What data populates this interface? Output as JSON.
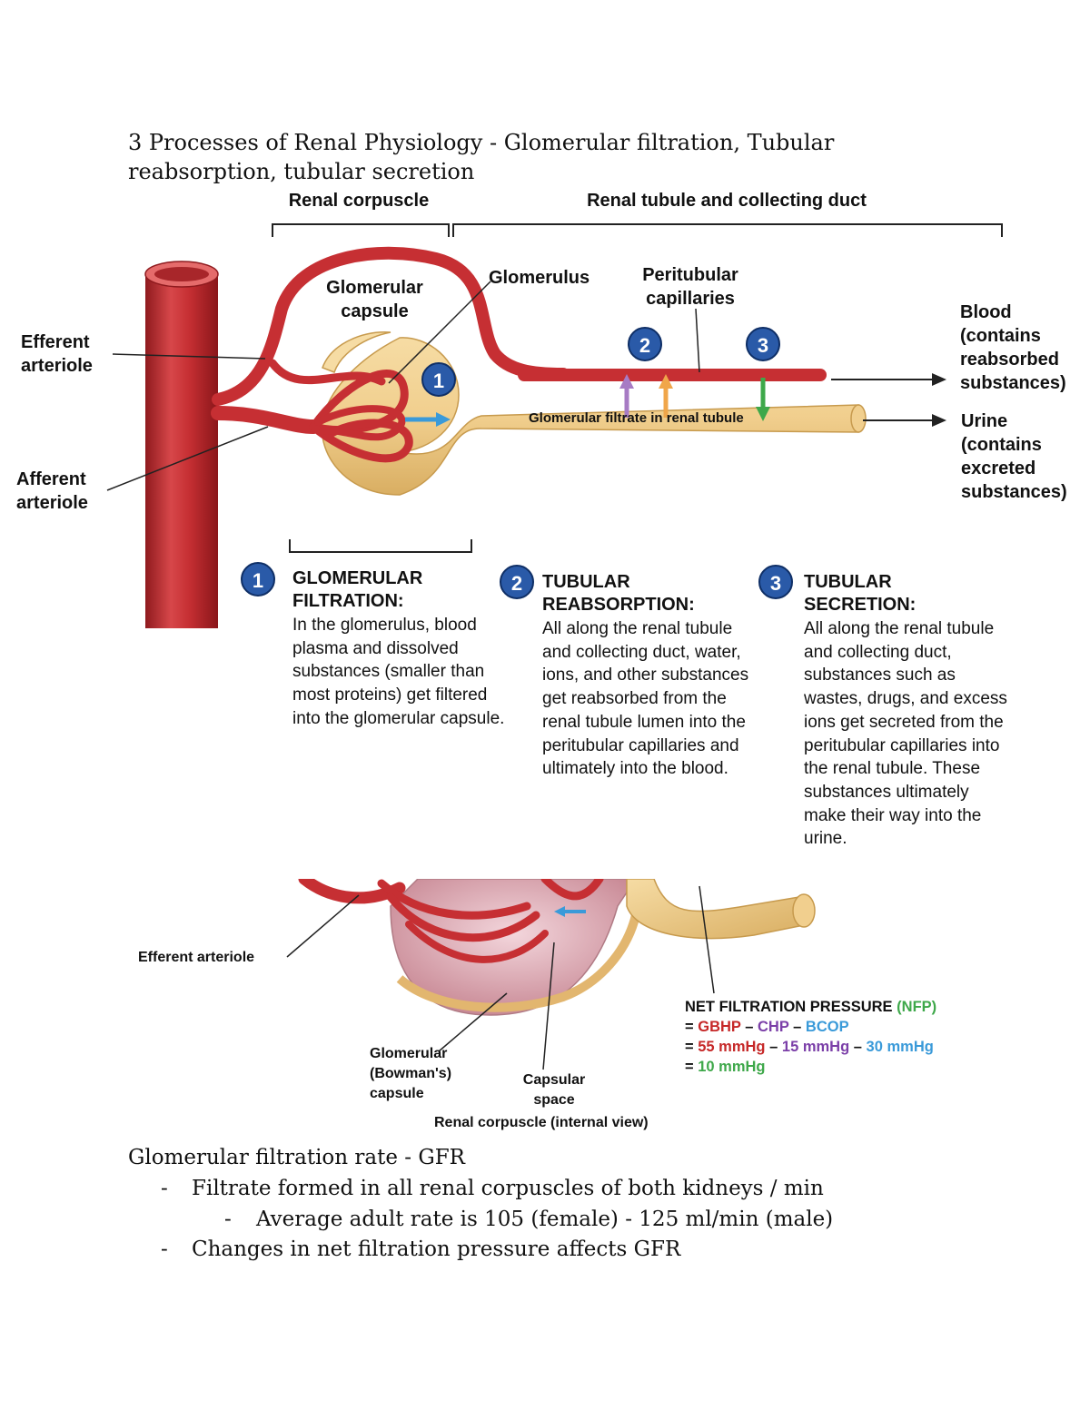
{
  "document": {
    "title": "3 Processes of Renal Physiology - Glomerular filtration, Tubular reabsorption, tubular secretion"
  },
  "diagram": {
    "section_labels": {
      "renal_corpuscle": "Renal corpuscle",
      "renal_tubule": "Renal tubule and collecting duct"
    },
    "labels": {
      "glomerular_capsule": "Glomerular capsule",
      "glomerulus": "Glomerulus",
      "peritubular_capillaries": "Peritubular capillaries",
      "efferent_arteriole": "Efferent arteriole",
      "afferent_arteriole": "Afferent arteriole",
      "blood": "Blood (contains reabsorbed substances)",
      "urine": "Urine (contains excreted substances)",
      "filtrate": "Glomerular filtrate in renal tubule"
    },
    "badges": [
      "1",
      "2",
      "3"
    ],
    "processes": [
      {
        "number": "1",
        "heading": "GLOMERULAR FILTRATION:",
        "text": "In the glomerulus, blood plasma and dissolved substances (smaller than most proteins) get filtered into the glomerular capsule."
      },
      {
        "number": "2",
        "heading": "TUBULAR REABSORPTION:",
        "text": "All along the renal tubule and collecting duct, water, ions, and other substances get reabsorbed from the renal tubule lumen into the peritubular capillaries and ultimately into the blood."
      },
      {
        "number": "3",
        "heading": "TUBULAR SECRETION:",
        "text": "All along the renal tubule and collecting duct, substances such as wastes, drugs, and excess ions get secreted from the peritubular capillaries into the renal tubule. These substances ultimately make their way into the urine."
      }
    ],
    "colors": {
      "vessel": "#c62f33",
      "tubule": "#f1cf8e",
      "badge": "#2a5aa8",
      "filtration_arrow": "#3a9ad9",
      "reabsorption_arrow_1": "#a77bc4",
      "reabsorption_arrow_2": "#f0a64a",
      "secretion_arrow": "#3ea84a"
    }
  },
  "internal_view": {
    "efferent_arteriole": "Efferent arteriole",
    "capsule": "Glomerular (Bowman's) capsule",
    "capsular_space": "Capsular space",
    "caption": "Renal corpuscle (internal view)",
    "nfp": {
      "title": "NET FILTRATION PRESSURE",
      "abbr": "(NFP)",
      "eq_sign": "=",
      "minus": "–",
      "gbhp": "GBHP",
      "chp": "CHP",
      "bcop": "BCOP",
      "gbhp_val": "55 mmHg",
      "chp_val": "15 mmHg",
      "bcop_val": "30 mmHg",
      "result": "10 mmHg"
    }
  },
  "gfr": {
    "heading": "Glomerular filtration rate - GFR",
    "bullets": [
      "Filtrate formed in all renal corpuscles of both kidneys / min",
      "Average adult rate is 105 (female) - 125 ml/min (male)",
      "Changes in net filtration pressure affects GFR"
    ],
    "dash": "-"
  }
}
